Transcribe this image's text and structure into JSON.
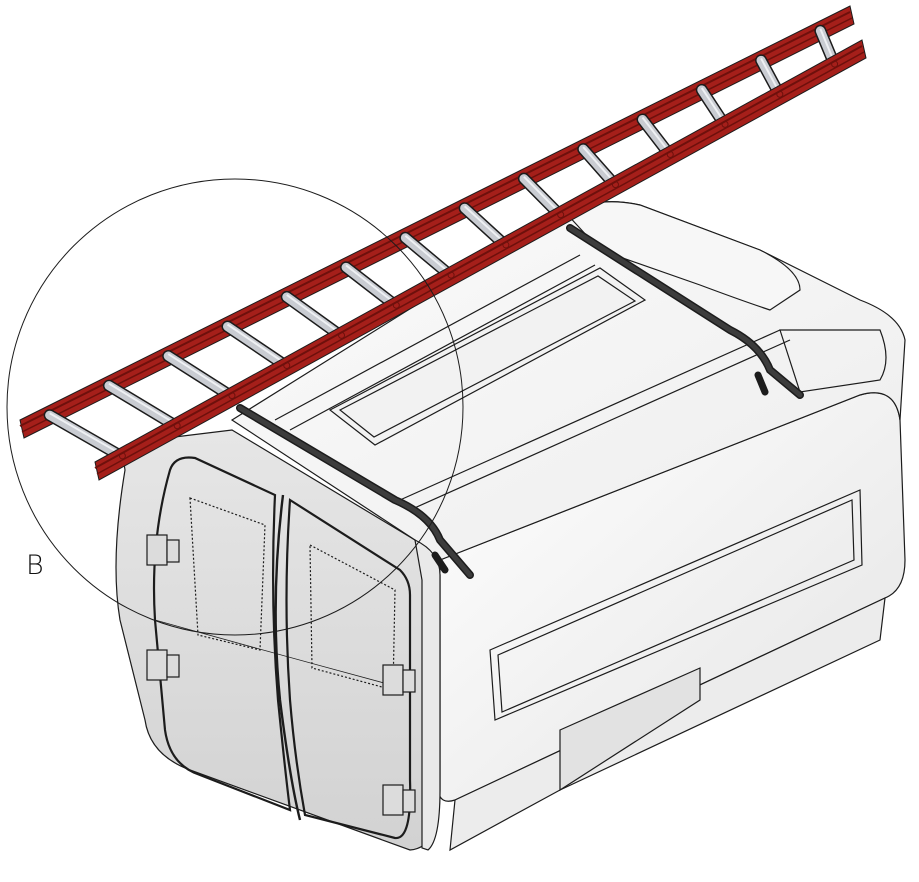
{
  "detail_view": {
    "label": "B"
  },
  "colors": {
    "ladder_rail": "#a51f1a",
    "ladder_rail_dark": "#6e100c",
    "ladder_rung": "#c9ccd2",
    "roof_bar": "#2a2a2a",
    "body_fill": "#f4f4f4",
    "outline": "#1c1c1c"
  },
  "parts": {
    "ladder": {
      "rung_count": 14
    },
    "roof_rack": {
      "bar_count": 2
    },
    "rear_doors": {
      "door_count": 2,
      "hinges_per_door": 2
    }
  }
}
